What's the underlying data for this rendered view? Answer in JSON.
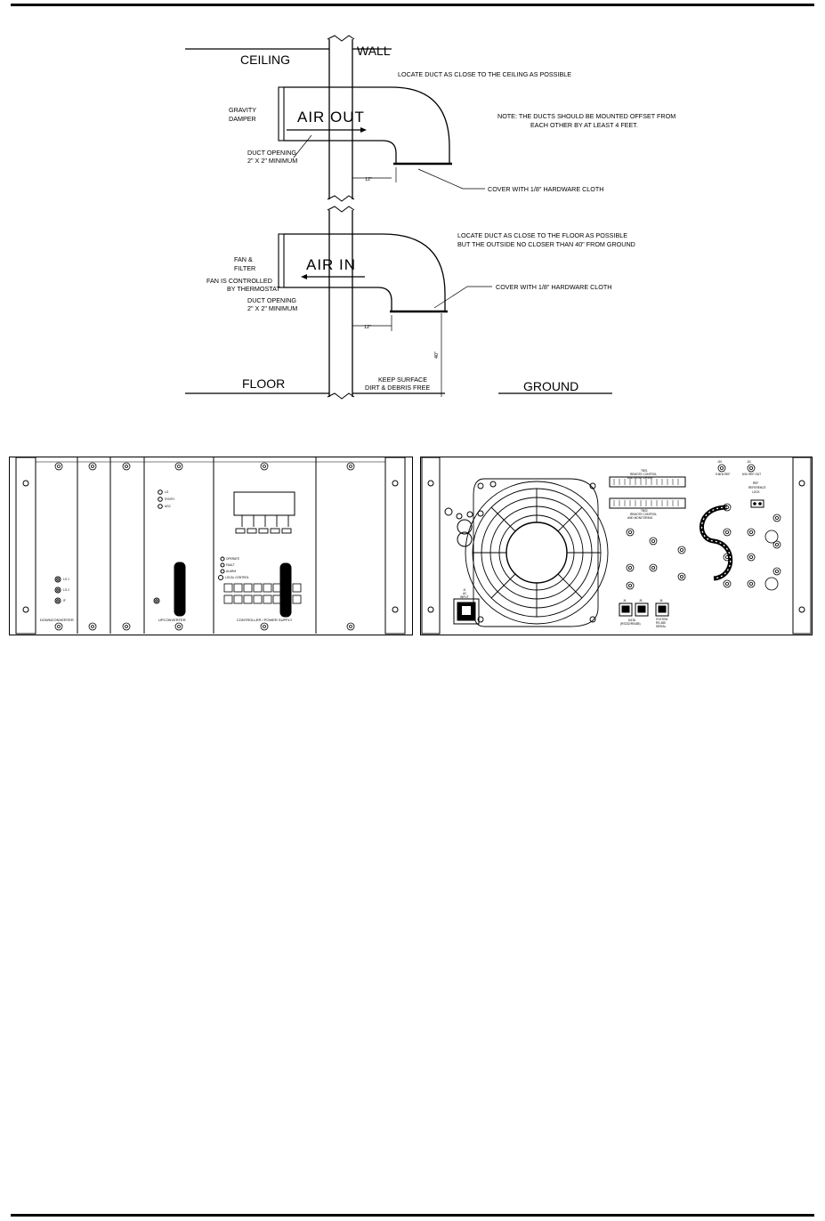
{
  "ventilation": {
    "ceiling": "CEILING",
    "wall": "WALL",
    "floor": "FLOOR",
    "ground": "GROUND",
    "air_out": "AIR  OUT",
    "air_in": "AIR  IN",
    "gravity_damper": [
      "GRAVITY",
      "DAMPER"
    ],
    "fan_filter": [
      "FAN &",
      "FILTER"
    ],
    "fan_controlled": [
      "FAN IS CONTROLLED",
      "BY THERMOSTAT"
    ],
    "duct_opening": [
      "DUCT OPENING",
      "2\" X 2\" MINIMUM"
    ],
    "locate_ceiling": "LOCATE DUCT AS CLOSE TO THE CEILING AS POSSIBLE",
    "note": [
      "NOTE:  THE DUCTS SHOULD BE MOUNTED OFFSET FROM",
      "EACH OTHER BY AT LEAST 4 FEET."
    ],
    "cover_cloth": "COVER WITH 1/8\" HARDWARE CLOTH",
    "locate_floor": [
      "LOCATE DUCT AS CLOSE TO THE FLOOR AS POSSIBLE",
      "BUT THE OUTSIDE NO CLOSER THAN 40\" FROM GROUND"
    ],
    "dim_12": "12\"",
    "dim_40": "40\"",
    "keep_surface": [
      "KEEP SURFACE",
      "DIRT & DEBRIS FREE"
    ]
  },
  "front_panel": {
    "downconverter": "DOWNCONVERTER",
    "upconverter": "UPCONVERTER",
    "controller": "CONTROLLER / POWER SUPPLY",
    "down_status": [
      "LO 1",
      "LO 2",
      "IF"
    ],
    "up_status": [
      "LO",
      "SYNTH",
      "AGC"
    ],
    "ctrl_status": [
      "OPERATE",
      "FAULT",
      "ALARM"
    ],
    "local_control": "LOCAL CONTROL"
  },
  "rear_panel": {
    "ac_input": [
      "J1",
      "AC",
      "INPUT"
    ],
    "remote1": [
      "TB01",
      "REMOTE CONTROL",
      "AND MONITORING"
    ],
    "remote2": [
      "TB02",
      "REMOTE CONTROL",
      "AND MONITORING"
    ],
    "data_port": [
      "DATA",
      "(RS232/RS485)"
    ],
    "system_port": [
      "SYSTEM",
      "RS-485",
      "SERIAL"
    ],
    "ports": [
      "J4",
      "J5",
      "J6"
    ],
    "ref_in": [
      "J10",
      "5 MHz REF"
    ],
    "ref_out": [
      "J11",
      "5/10 REF OUT"
    ],
    "reference_lock": [
      "REF",
      "REFERENCE",
      "LOCK"
    ]
  }
}
